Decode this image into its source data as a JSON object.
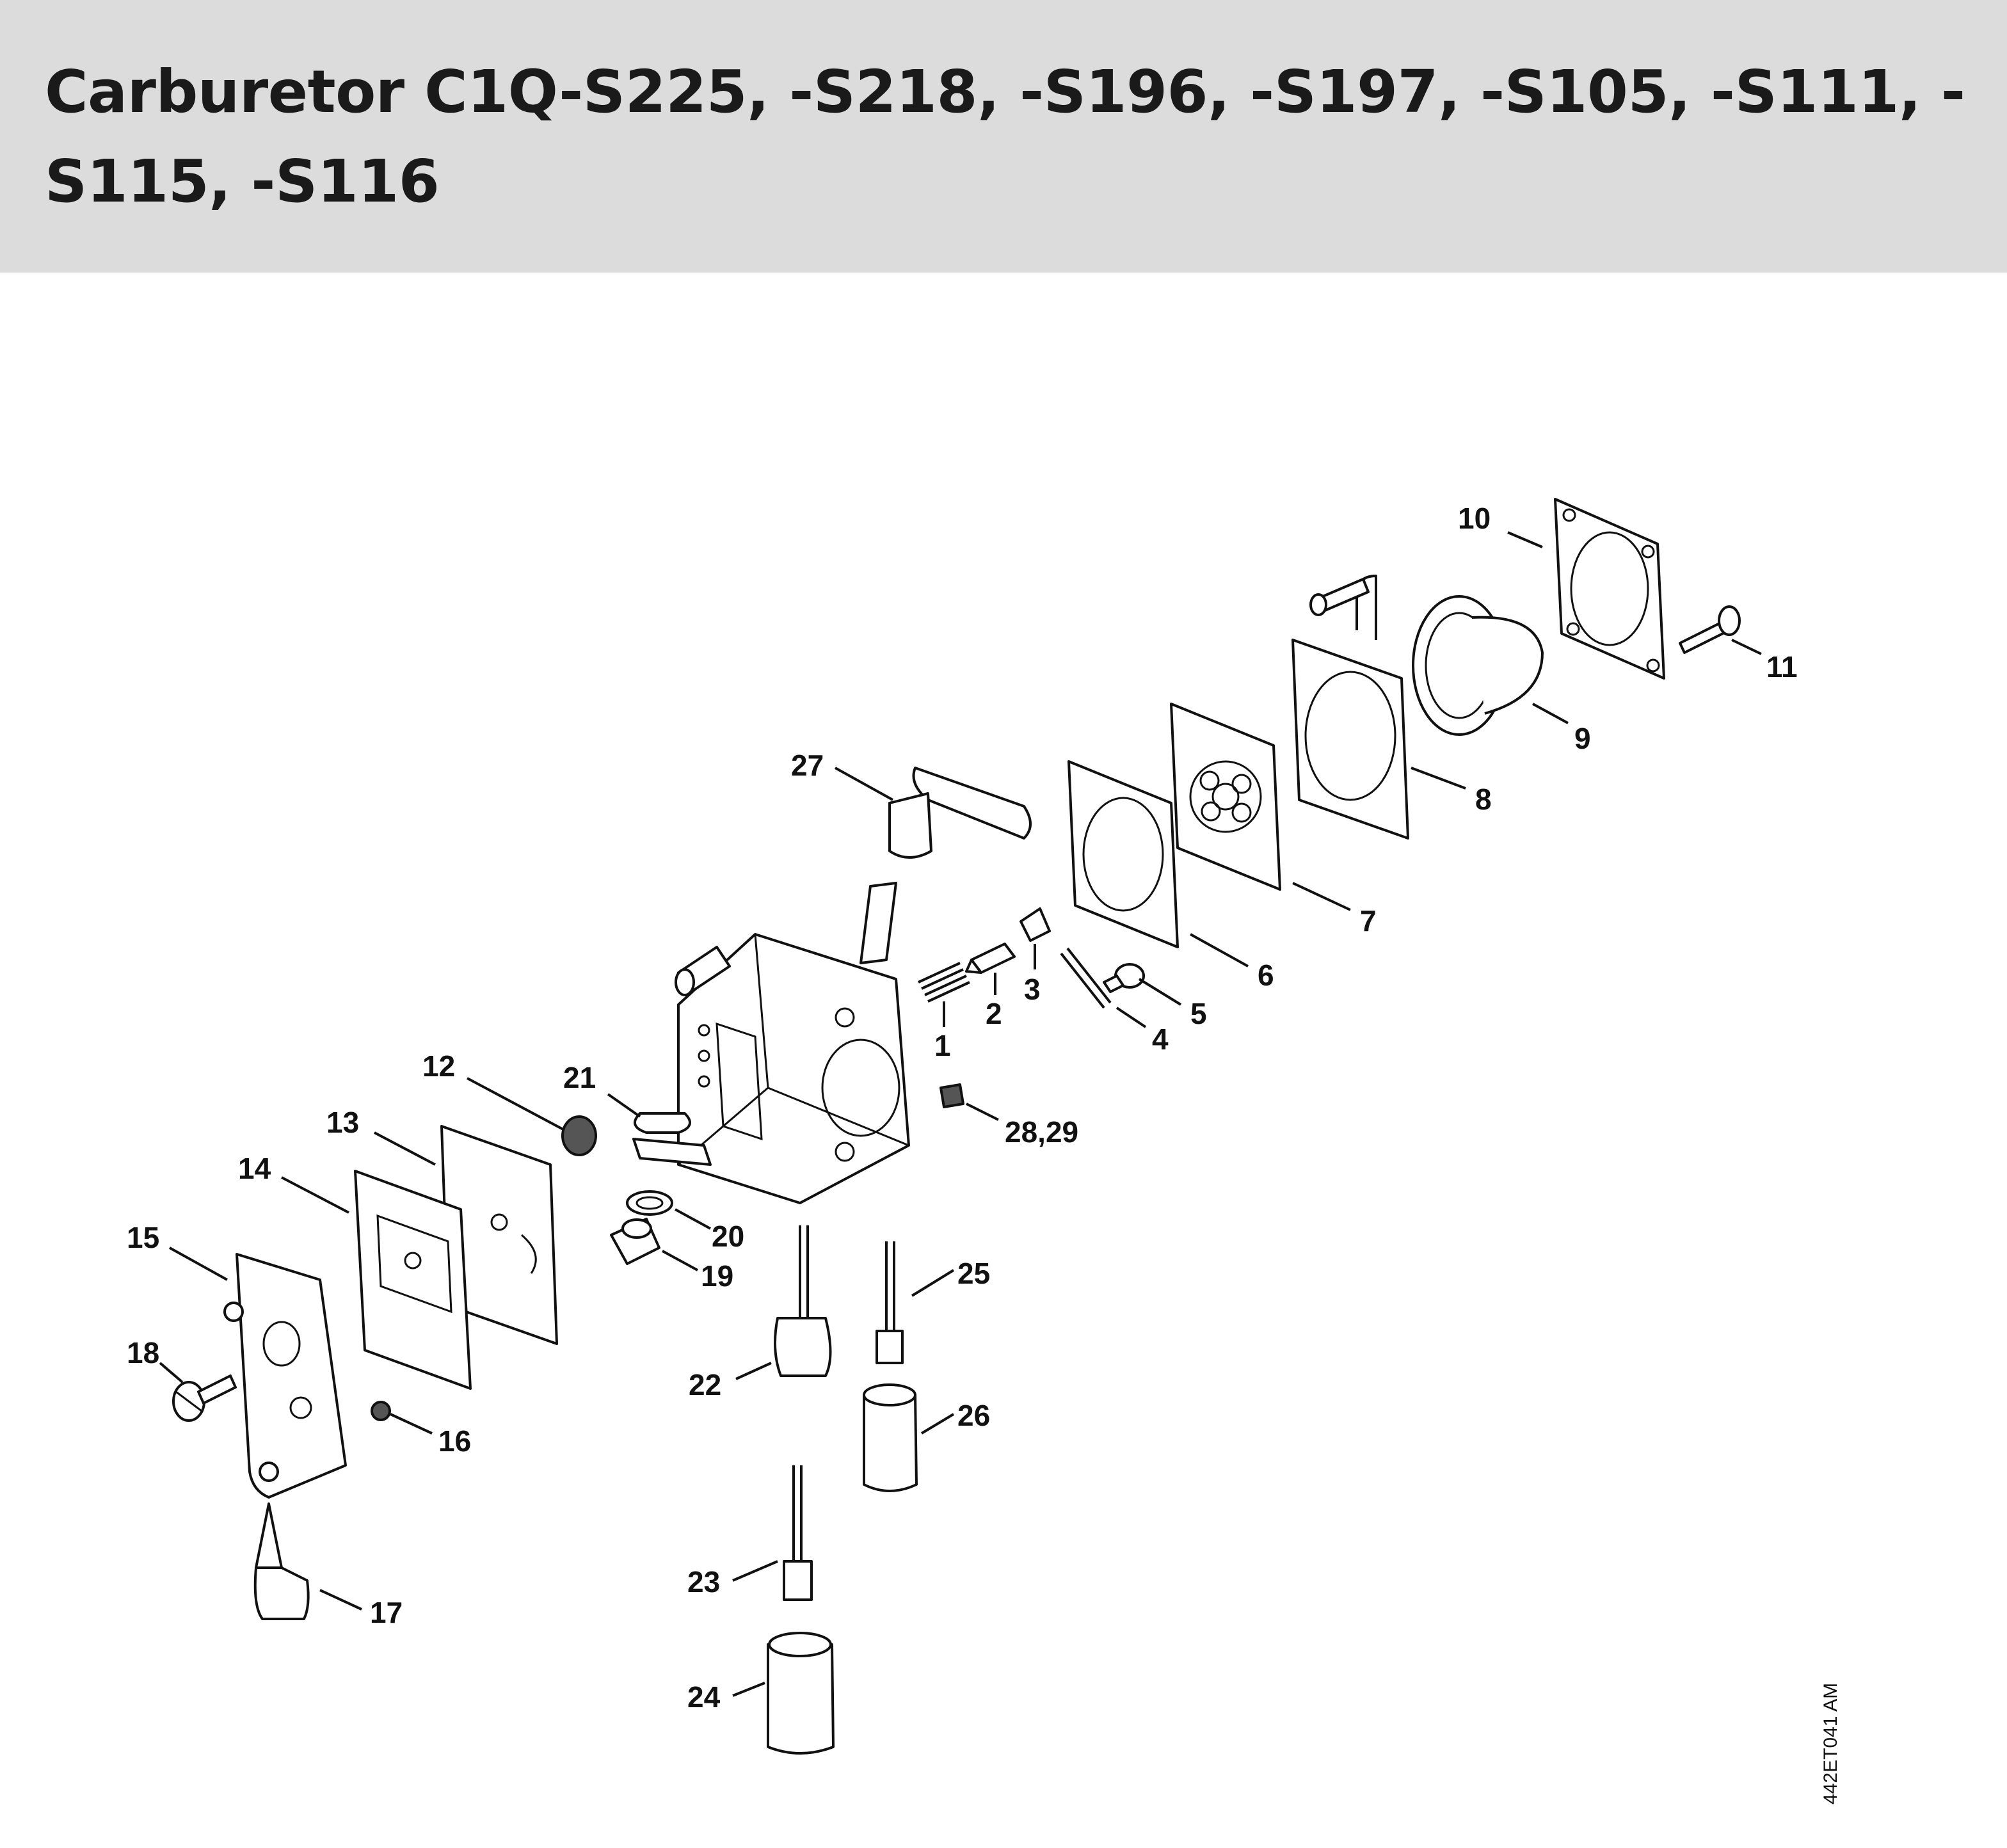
{
  "title": "Carburetor C1Q-S225, -S218, -S196, -S197, -S105, -S111, -S115, -S116",
  "drawing_code": "442ET041 AM",
  "callouts": [
    {
      "id": "c1",
      "label": "1"
    },
    {
      "id": "c2",
      "label": "2"
    },
    {
      "id": "c3",
      "label": "3"
    },
    {
      "id": "c4",
      "label": "4"
    },
    {
      "id": "c5",
      "label": "5"
    },
    {
      "id": "c6",
      "label": "6"
    },
    {
      "id": "c7",
      "label": "7"
    },
    {
      "id": "c8",
      "label": "8"
    },
    {
      "id": "c9",
      "label": "9"
    },
    {
      "id": "c10",
      "label": "10"
    },
    {
      "id": "c11",
      "label": "11"
    },
    {
      "id": "c12",
      "label": "12"
    },
    {
      "id": "c13",
      "label": "13"
    },
    {
      "id": "c14",
      "label": "14"
    },
    {
      "id": "c15",
      "label": "15"
    },
    {
      "id": "c16",
      "label": "16"
    },
    {
      "id": "c17",
      "label": "17"
    },
    {
      "id": "c18",
      "label": "18"
    },
    {
      "id": "c19",
      "label": "19"
    },
    {
      "id": "c20",
      "label": "20"
    },
    {
      "id": "c21",
      "label": "21"
    },
    {
      "id": "c22",
      "label": "22"
    },
    {
      "id": "c23",
      "label": "23"
    },
    {
      "id": "c24",
      "label": "24"
    },
    {
      "id": "c25",
      "label": "25"
    },
    {
      "id": "c26",
      "label": "26"
    },
    {
      "id": "c27",
      "label": "27"
    },
    {
      "id": "c28",
      "label": "28,29"
    }
  ]
}
